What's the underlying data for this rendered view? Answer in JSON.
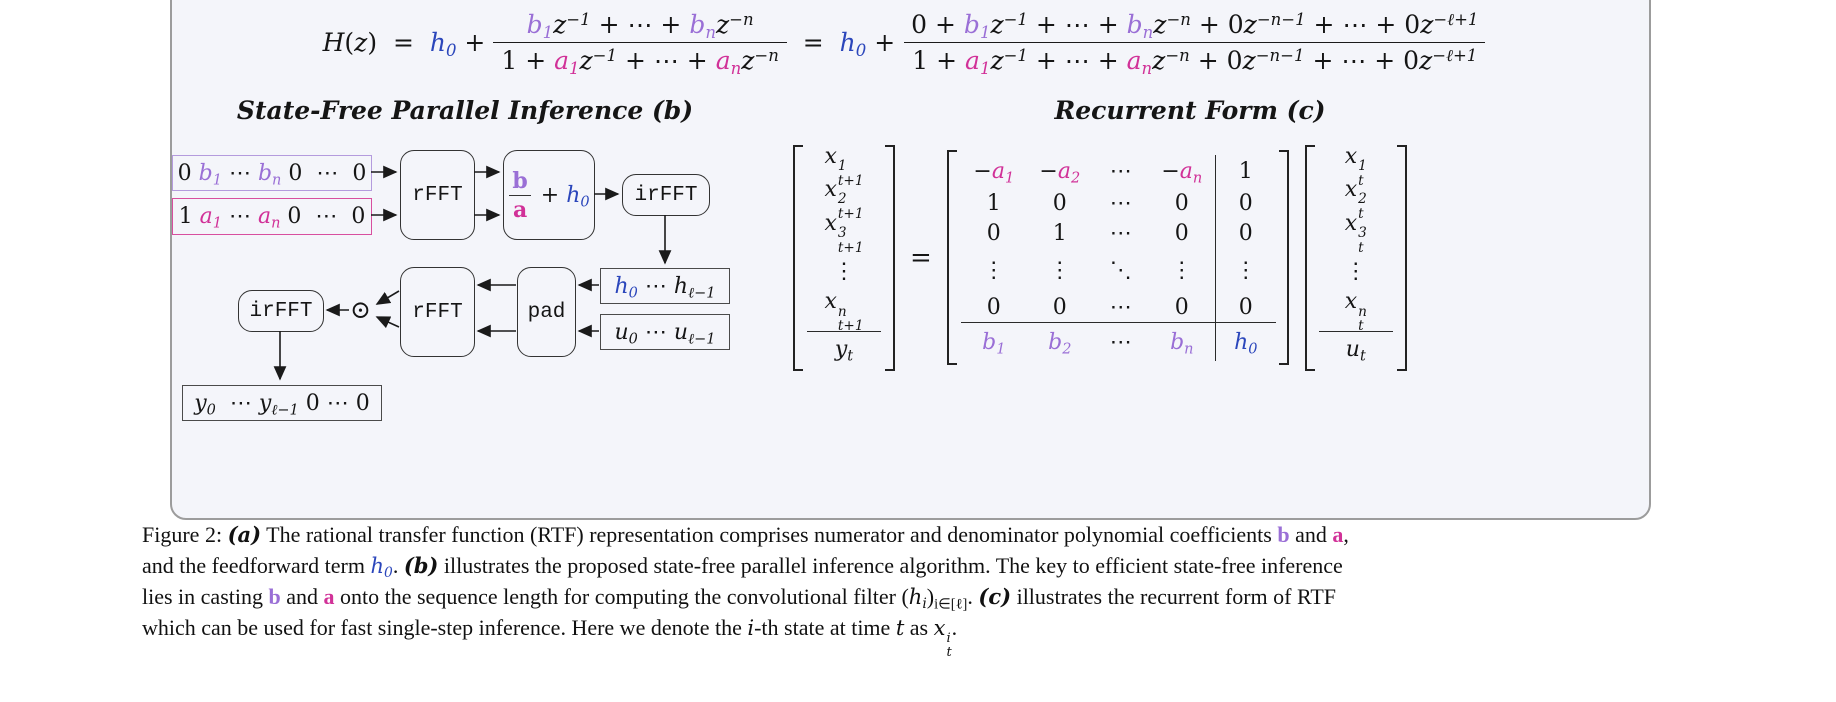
{
  "colors": {
    "a": "#d13198",
    "b": "#9a6fd6",
    "h": "#2b46bb"
  },
  "formula": {
    "pre": [
      {
        "t": "H",
        "f": "i"
      },
      {
        "t": "(",
        "f": "r"
      },
      {
        "t": "z",
        "f": "i"
      },
      {
        "t": ")",
        "f": "r"
      },
      {
        "t": "  =  ",
        "f": "r"
      },
      {
        "t": "h",
        "f": "i",
        "c": "h",
        "sub": "0"
      },
      {
        "t": " +",
        "f": "r"
      }
    ],
    "frac1": {
      "num": [
        {
          "t": "b",
          "f": "i",
          "c": "b",
          "sub": "1"
        },
        {
          "t": "z",
          "f": "i",
          "sup": "−1"
        },
        {
          "t": " + ⋯ + ",
          "f": "r"
        },
        {
          "t": "b",
          "f": "i",
          "c": "b",
          "sub": "n"
        },
        {
          "t": "z",
          "f": "i",
          "sup": "−n"
        }
      ],
      "den": [
        {
          "t": "1 + ",
          "f": "r"
        },
        {
          "t": "a",
          "f": "i",
          "c": "a",
          "sub": "1"
        },
        {
          "t": "z",
          "f": "i",
          "sup": "−1"
        },
        {
          "t": " + ⋯ + ",
          "f": "r"
        },
        {
          "t": "a",
          "f": "i",
          "c": "a",
          "sub": "n"
        },
        {
          "t": "z",
          "f": "i",
          "sup": "−n"
        }
      ]
    },
    "mid": [
      {
        "t": " =  ",
        "f": "r"
      },
      {
        "t": "h",
        "f": "i",
        "c": "h",
        "sub": "0"
      },
      {
        "t": " +",
        "f": "r"
      }
    ],
    "frac2": {
      "num": [
        {
          "t": "0 + ",
          "f": "r"
        },
        {
          "t": "b",
          "f": "i",
          "c": "b",
          "sub": "1"
        },
        {
          "t": "z",
          "f": "i",
          "sup": "−1"
        },
        {
          "t": " + ⋯ + ",
          "f": "r"
        },
        {
          "t": "b",
          "f": "i",
          "c": "b",
          "sub": "n"
        },
        {
          "t": "z",
          "f": "i",
          "sup": "−n"
        },
        {
          "t": " + 0",
          "f": "r"
        },
        {
          "t": "z",
          "f": "i",
          "sup": "−n−1"
        },
        {
          "t": " + ⋯ + 0",
          "f": "r"
        },
        {
          "t": "z",
          "f": "i",
          "sup": "−ℓ+1"
        }
      ],
      "den": [
        {
          "t": "1 + ",
          "f": "r"
        },
        {
          "t": "a",
          "f": "i",
          "c": "a",
          "sub": "1"
        },
        {
          "t": "z",
          "f": "i",
          "sup": "−1"
        },
        {
          "t": " + ⋯ + ",
          "f": "r"
        },
        {
          "t": "a",
          "f": "i",
          "c": "a",
          "sub": "n"
        },
        {
          "t": "z",
          "f": "i",
          "sup": "−n"
        },
        {
          "t": " + 0",
          "f": "r"
        },
        {
          "t": "z",
          "f": "i",
          "sup": "−n−1"
        },
        {
          "t": " + ⋯ + 0",
          "f": "r"
        },
        {
          "t": "z",
          "f": "i",
          "sup": "−ℓ+1"
        }
      ]
    }
  },
  "headings": {
    "left": "State-Free Parallel Inference (b)",
    "right": "Recurrent Form (c)"
  },
  "diagram_b": {
    "coeff_b": [
      {
        "t": "0 ",
        "f": "r"
      },
      {
        "t": "b",
        "f": "i",
        "c": "b",
        "sub": "1"
      },
      {
        "t": " ⋯ ",
        "f": "r"
      },
      {
        "t": "b",
        "f": "i",
        "c": "b",
        "sub": "n"
      },
      {
        "t": " 0  ⋯  0",
        "f": "r"
      }
    ],
    "coeff_a": [
      {
        "t": "1 ",
        "f": "r"
      },
      {
        "t": "a",
        "f": "i",
        "c": "a",
        "sub": "1"
      },
      {
        "t": " ⋯ ",
        "f": "r"
      },
      {
        "t": "a",
        "f": "i",
        "c": "a",
        "sub": "n"
      },
      {
        "t": " 0  ⋯  0",
        "f": "r"
      }
    ],
    "rfft_label": "rFFT",
    "irfft_label": "irFFT",
    "pad_label": "pad",
    "odot": "⊙",
    "ba": {
      "num": [
        {
          "t": "b",
          "f": "b",
          "c": "b"
        }
      ],
      "den": [
        {
          "t": "a",
          "f": "b",
          "c": "a"
        }
      ],
      "plus": [
        {
          "t": " + ",
          "f": "r"
        },
        {
          "t": "h",
          "f": "i",
          "c": "h",
          "sub": "0"
        }
      ]
    },
    "h_box": [
      {
        "t": "h",
        "f": "i",
        "c": "h",
        "sub": "0"
      },
      {
        "t": " ⋯ ",
        "f": "r"
      },
      {
        "t": "h",
        "f": "i",
        "sub": "ℓ−1"
      }
    ],
    "u_box": [
      {
        "t": "u",
        "f": "i",
        "sub": "0"
      },
      {
        "t": " ⋯ ",
        "f": "r"
      },
      {
        "t": "u",
        "f": "i",
        "sub": "ℓ−1"
      }
    ],
    "y_box": [
      {
        "t": "y",
        "f": "i",
        "sub": "0"
      },
      {
        "t": "  ⋯ ",
        "f": "r"
      },
      {
        "t": "y",
        "f": "i",
        "sub": "ℓ−1"
      },
      {
        "t": " 0 ⋯ 0",
        "f": "r"
      }
    ]
  },
  "diagram_c": {
    "equals": "=",
    "vec_next": [
      [
        [
          {
            "t": "x",
            "f": "i",
            "sup": "1",
            "sub": "t+1"
          }
        ]
      ],
      [
        [
          {
            "t": "x",
            "f": "i",
            "sup": "2",
            "sub": "t+1"
          }
        ]
      ],
      [
        [
          {
            "t": "x",
            "f": "i",
            "sup": "3",
            "sub": "t+1"
          }
        ]
      ],
      [
        [
          {
            "t": "⋮",
            "f": "r"
          }
        ]
      ],
      [
        [
          {
            "t": "x",
            "f": "i",
            "sup": "n",
            "sub": "t+1"
          }
        ]
      ],
      [
        [
          {
            "t": "y",
            "f": "i",
            "sub": "t"
          }
        ]
      ]
    ],
    "matrix": [
      [
        [
          {
            "t": "−",
            "f": "r"
          },
          {
            "t": "a",
            "f": "i",
            "c": "a",
            "sub": "1"
          }
        ],
        [
          {
            "t": "−",
            "f": "r"
          },
          {
            "t": "a",
            "f": "i",
            "c": "a",
            "sub": "2"
          }
        ],
        [
          {
            "t": "⋯",
            "f": "r"
          }
        ],
        [
          {
            "t": "−",
            "f": "r"
          },
          {
            "t": "a",
            "f": "i",
            "c": "a",
            "sub": "n"
          }
        ],
        [
          {
            "t": "1",
            "f": "r"
          }
        ]
      ],
      [
        [
          {
            "t": "1",
            "f": "r"
          }
        ],
        [
          {
            "t": "0",
            "f": "r"
          }
        ],
        [
          {
            "t": "⋯",
            "f": "r"
          }
        ],
        [
          {
            "t": "0",
            "f": "r"
          }
        ],
        [
          {
            "t": "0",
            "f": "r"
          }
        ]
      ],
      [
        [
          {
            "t": "0",
            "f": "r"
          }
        ],
        [
          {
            "t": "1",
            "f": "r"
          }
        ],
        [
          {
            "t": "⋯",
            "f": "r"
          }
        ],
        [
          {
            "t": "0",
            "f": "r"
          }
        ],
        [
          {
            "t": "0",
            "f": "r"
          }
        ]
      ],
      [
        [
          {
            "t": "⋮",
            "f": "r"
          }
        ],
        [
          {
            "t": "⋮",
            "f": "r"
          }
        ],
        [
          {
            "t": "⋱",
            "f": "r"
          }
        ],
        [
          {
            "t": "⋮",
            "f": "r"
          }
        ],
        [
          {
            "t": "⋮",
            "f": "r"
          }
        ]
      ],
      [
        [
          {
            "t": "0",
            "f": "r"
          }
        ],
        [
          {
            "t": "0",
            "f": "r"
          }
        ],
        [
          {
            "t": "⋯",
            "f": "r"
          }
        ],
        [
          {
            "t": "0",
            "f": "r"
          }
        ],
        [
          {
            "t": "0",
            "f": "r"
          }
        ]
      ],
      [
        [
          {
            "t": "b",
            "f": "i",
            "c": "b",
            "sub": "1"
          }
        ],
        [
          {
            "t": "b",
            "f": "i",
            "c": "b",
            "sub": "2"
          }
        ],
        [
          {
            "t": "⋯",
            "f": "r"
          }
        ],
        [
          {
            "t": "b",
            "f": "i",
            "c": "b",
            "sub": "n"
          }
        ],
        [
          {
            "t": "h",
            "f": "i",
            "c": "h",
            "sub": "0"
          }
        ]
      ]
    ],
    "vec_cur": [
      [
        [
          {
            "t": "x",
            "f": "i",
            "sup": "1",
            "sub": "t"
          }
        ]
      ],
      [
        [
          {
            "t": "x",
            "f": "i",
            "sup": "2",
            "sub": "t"
          }
        ]
      ],
      [
        [
          {
            "t": "x",
            "f": "i",
            "sup": "3",
            "sub": "t"
          }
        ]
      ],
      [
        [
          {
            "t": "⋮",
            "f": "r"
          }
        ]
      ],
      [
        [
          {
            "t": "x",
            "f": "i",
            "sup": "n",
            "sub": "t"
          }
        ]
      ],
      [
        [
          {
            "t": "u",
            "f": "i",
            "sub": "t"
          }
        ]
      ]
    ]
  },
  "caption": {
    "lines": [
      [
        {
          "t": "Figure 2: ",
          "f": "r"
        },
        {
          "t": "(a)",
          "f": "bi"
        },
        {
          "t": " The rational transfer function (RTF) representation comprises numerator and denominator polynomial coefficients ",
          "f": "r"
        },
        {
          "t": "b",
          "f": "b",
          "c": "b"
        },
        {
          "t": " and ",
          "f": "r"
        },
        {
          "t": "a",
          "f": "b",
          "c": "a"
        },
        {
          "t": ",",
          "f": "r"
        }
      ],
      [
        {
          "t": "and the feedforward term ",
          "f": "r"
        },
        {
          "t": "h",
          "f": "i",
          "c": "h",
          "sub": "0"
        },
        {
          "t": ". ",
          "f": "r"
        },
        {
          "t": "(b)",
          "f": "bi"
        },
        {
          "t": " illustrates the proposed state-free parallel inference algorithm. The key to efficient state-free inference",
          "f": "r"
        }
      ],
      [
        {
          "t": "lies in casting ",
          "f": "r"
        },
        {
          "t": "b",
          "f": "b",
          "c": "b"
        },
        {
          "t": " and ",
          "f": "r"
        },
        {
          "t": "a",
          "f": "b",
          "c": "a"
        },
        {
          "t": " onto the sequence length for computing the convolutional filter ",
          "f": "r"
        },
        {
          "t": "(",
          "f": "r"
        },
        {
          "t": "h",
          "f": "i",
          "sub": "i"
        },
        {
          "t": ")",
          "f": "r",
          "sub": "i∈[ℓ]"
        },
        {
          "t": ". ",
          "f": "r"
        },
        {
          "t": "(c)",
          "f": "bi"
        },
        {
          "t": " illustrates the recurrent form of RTF",
          "f": "r"
        }
      ],
      [
        {
          "t": "which can be used for fast single-step inference. Here we denote the ",
          "f": "r"
        },
        {
          "t": "i",
          "f": "i"
        },
        {
          "t": "-th state at time ",
          "f": "r"
        },
        {
          "t": "t",
          "f": "i"
        },
        {
          "t": " as ",
          "f": "r"
        },
        {
          "t": "x",
          "f": "i",
          "sup": "i",
          "sub": "t"
        },
        {
          "t": ".",
          "f": "r"
        }
      ]
    ]
  }
}
